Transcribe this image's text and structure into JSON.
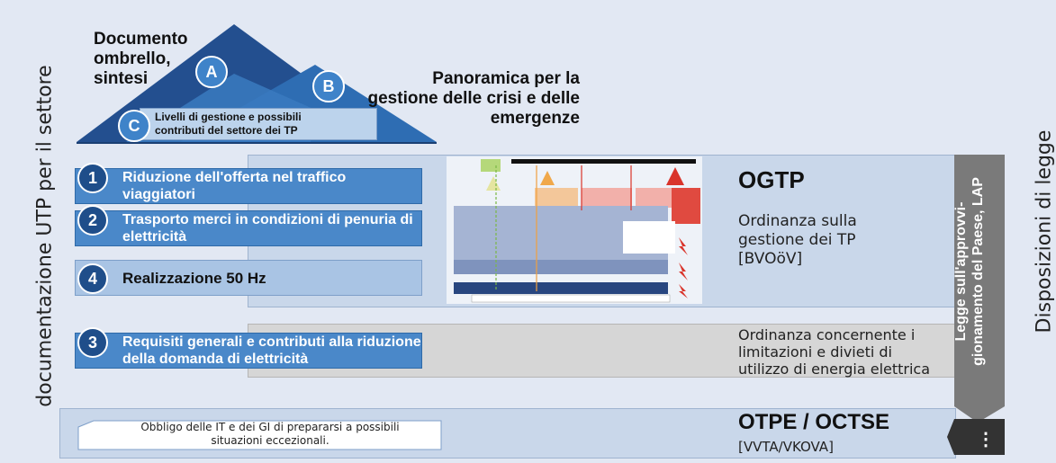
{
  "side_labels": {
    "left": "documentazione UTP per il settore",
    "right": "Disposizioni di legge",
    "law_bar": "Legge sull'approvvi-\ngionamento del Paese, LAP",
    "law_bar_more": "⋮"
  },
  "pyramid": {
    "a_label": "Documento ombrello, sintesi",
    "a_letter": "A",
    "b_label": "Panoramica per la gestione delle crisi e delle emergenze",
    "b_letter": "B",
    "c_label": "Livelli di gestione e possibili contributi del settore dei TP",
    "c_letter": "C"
  },
  "bars": [
    {
      "num": "1",
      "label": "Riduzione dell'offerta nel traffico viaggiatori"
    },
    {
      "num": "2",
      "label": "Trasporto merci in condizioni di penuria di elettricità"
    },
    {
      "num": "4",
      "label": "Realizzazione 50 Hz"
    },
    {
      "num": "3",
      "label": "Requisiti generali e contributi alla riduzione della domanda di elettricità"
    }
  ],
  "ogtp": {
    "title": "OGTP",
    "desc": "Ordinanza sulla gestione dei TP [BVOöV]"
  },
  "ordinance": {
    "desc": "Ordinanza concernente i limitazioni e divieti di utilizzo di energia elettrica"
  },
  "otpe": {
    "title": "OTPE / OCTSE",
    "desc": "[VVTA/VKOVA]",
    "note": "Obbligo delle IT e dei GI di prepararsi a possibili situazioni eccezionali."
  },
  "colors": {
    "background": "#e2e8f3",
    "dark_blue": "#1f4e8a",
    "mid_blue": "#4a88c9",
    "light_blue": "#a9c4e4",
    "panel_blue": "#c9d7ea",
    "gray_panel": "#d6d6d6",
    "law_gray": "#7a7a7a"
  }
}
